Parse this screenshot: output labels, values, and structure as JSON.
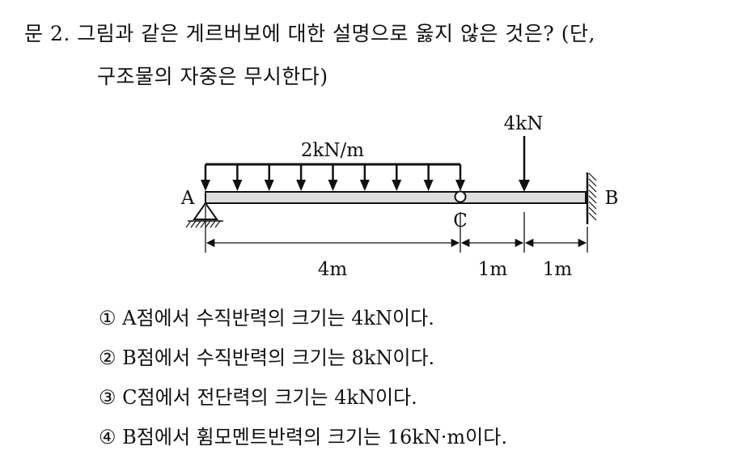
{
  "question": {
    "line1": "문 2. 그림과 같은 게르버보에 대한 설명으로 옳지 않은 것은? (단,",
    "line2": "구조물의 자중은 무시한다)"
  },
  "figure": {
    "load_label": "2kN/m",
    "point_load_label": "4kN",
    "label_a": "A",
    "label_b": "B",
    "label_c": "C",
    "dim_1": "4m",
    "dim_2": "1m",
    "dim_3": "1m"
  },
  "options": [
    "① A점에서 수직반력의 크기는 4kN이다.",
    "② B점에서 수직반력의 크기는 8kN이다.",
    "③ C점에서 전단력의 크기는 4kN이다.",
    "④ B점에서 휨모멘트반력의 크기는 16kN·m이다."
  ]
}
